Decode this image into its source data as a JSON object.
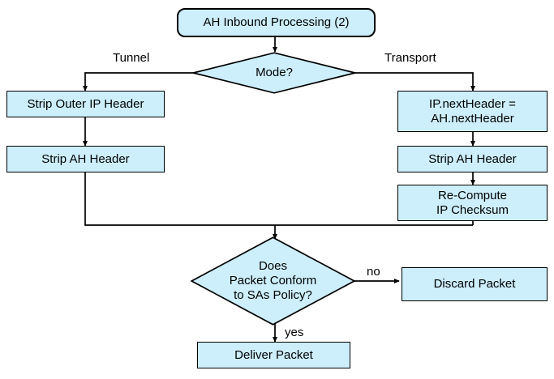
{
  "diagram": {
    "title": "AH Inbound Processing (2)",
    "type": "flowchart",
    "palette": {
      "node_fill": "#cdeefb",
      "node_stroke": "#000000",
      "background": "#ffffff",
      "text": "#000000"
    },
    "nodes": {
      "start": {
        "label": "AH Inbound Processing (2)",
        "shape": "rounded-rectangle"
      },
      "mode_decision": {
        "label": "Mode?",
        "shape": "diamond"
      },
      "strip_outer_ip_header": {
        "label": "Strip Outer IP Header",
        "shape": "rectangle"
      },
      "strip_ah_header_tunnel": {
        "label": "Strip AH Header",
        "shape": "rectangle"
      },
      "ip_nextheader": {
        "label": "IP.nextHeader =\nAH.nextHeader",
        "shape": "rectangle"
      },
      "strip_ah_header_transport": {
        "label": "Strip AH Header",
        "shape": "rectangle"
      },
      "recompute_checksum": {
        "label": "Re-Compute\nIP Checksum",
        "shape": "rectangle"
      },
      "conform_decision": {
        "label": "Does\nPacket Conform\nto SAs Policy?",
        "shape": "diamond"
      },
      "discard_packet": {
        "label": "Discard Packet",
        "shape": "rectangle"
      },
      "deliver_packet": {
        "label": "Deliver Packet",
        "shape": "rectangle"
      }
    },
    "edge_labels": {
      "tunnel": "Tunnel",
      "transport": "Transport",
      "no": "no",
      "yes": "yes"
    }
  }
}
